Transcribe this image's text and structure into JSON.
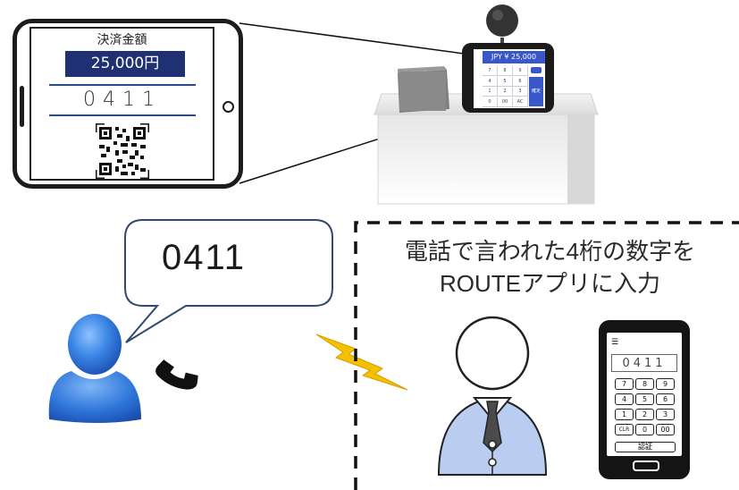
{
  "tablet": {
    "amount_title": "決済金額",
    "amount_value": "25,000円",
    "code": "0411"
  },
  "pos_screen": {
    "header": "JPY ¥ 25,000",
    "keys": [
      "7",
      "8",
      "9",
      "4",
      "5",
      "6",
      "1",
      "2",
      "3",
      "0",
      "00",
      "AC"
    ],
    "side_key": "確定"
  },
  "bubble": {
    "code": "0411"
  },
  "caption": {
    "line1": "電話で言われた4桁の数字を",
    "line2": "ROUTEアプリに入力"
  },
  "smartphone": {
    "display": "0411",
    "keys": [
      "7",
      "8",
      "9",
      "4",
      "5",
      "6",
      "1",
      "2",
      "3",
      "CLR",
      "0",
      "00"
    ],
    "auth_label": "認証"
  },
  "colors": {
    "amount_bg": "#1f3172",
    "pos_header": "#3a57c9",
    "person_shirt": "#b9cdf0",
    "customer_blue": "#2c74d8",
    "lightning": "#f2c200"
  }
}
